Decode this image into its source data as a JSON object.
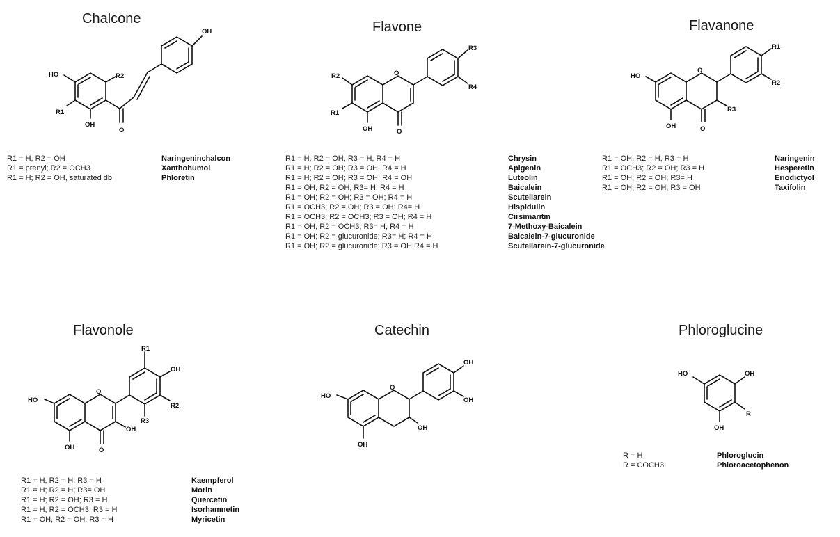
{
  "panels": [
    {
      "id": "chalcone",
      "title": "Chalcone",
      "atoms": [
        "OH",
        "HO",
        "R2",
        "R1",
        "OH",
        "O"
      ],
      "rows": [
        {
          "formula": "R1 = H; R2 = OH",
          "name": "Naringeninchalcon"
        },
        {
          "formula": "R1 = prenyl; R2 = OCH3",
          "name": "Xanthohumol"
        },
        {
          "formula": "R1 = H; R2 = OH, saturated db",
          "name": "Phloretin"
        }
      ]
    },
    {
      "id": "flavone",
      "title": "Flavone",
      "atoms": [
        "R3",
        "R2",
        "O",
        "R4",
        "R1",
        "OH",
        "O"
      ],
      "rows": [
        {
          "formula": "R1 = H; R2 = OH; R3 = H; R4 = H",
          "name": "Chrysin"
        },
        {
          "formula": "R1 = H; R2 = OH; R3 = OH; R4 = H",
          "name": "Apigenin"
        },
        {
          "formula": "R1 = H; R2 = OH; R3 = OH; R4 = OH",
          "name": "Luteolin"
        },
        {
          "formula": "R1 = OH; R2 = OH; R3= H; R4 = H",
          "name": "Baicalein"
        },
        {
          "formula": "R1 = OH; R2 = OH; R3 = OH; R4 = H",
          "name": "Scutellarein"
        },
        {
          "formula": "R1 = OCH3; R2 = OH; R3 = OH; R4= H",
          "name": "Hispidulin"
        },
        {
          "formula": "R1 = OCH3; R2 = OCH3; R3 = OH; R4 = H",
          "name": "Cirsimaritin"
        },
        {
          "formula": "R1 = OH; R2 = OCH3; R3= H; R4 = H",
          "name": "7-Methoxy-Baicalein"
        },
        {
          "formula": "R1 = OH; R2 = glucuronide; R3= H; R4 = H",
          "name": "Baicalein-7-glucuronide"
        },
        {
          "formula": "R1 = OH; R2 = glucuronide; R3 = OH;R4 = H",
          "name": "Scutellarein-7-glucuronide"
        }
      ]
    },
    {
      "id": "flavanone",
      "title": "Flavanone",
      "atoms": [
        "R1",
        "HO",
        "O",
        "R2",
        "R3",
        "OH",
        "O"
      ],
      "rows": [
        {
          "formula": "R1 = OH; R2 = H; R3 = H",
          "name": "Naringenin"
        },
        {
          "formula": "R1 = OCH3; R2 = OH; R3 = H",
          "name": "Hesperetin"
        },
        {
          "formula": "R1 = OH; R2 = OH; R3= H",
          "name": "Eriodictyol"
        },
        {
          "formula": "R1 = OH; R2 = OH; R3 = OH",
          "name": "Taxifolin"
        }
      ]
    },
    {
      "id": "flavonole",
      "title": "Flavonole",
      "atoms": [
        "R1",
        "OH",
        "HO",
        "O",
        "R2",
        "R3",
        "OH",
        "OH",
        "O"
      ],
      "rows": [
        {
          "formula": "R1 = H; R2 = H; R3 = H",
          "name": "Kaempferol"
        },
        {
          "formula": "R1 = H; R2 = H; R3= OH",
          "name": "Morin"
        },
        {
          "formula": "R1 = H; R2 = OH; R3 = H",
          "name": "Quercetin"
        },
        {
          "formula": "R1 = H; R2 = OCH3; R3 = H",
          "name": "Isorhamnetin"
        },
        {
          "formula": "R1 = OH; R2 = OH; R3 = H",
          "name": "Myricetin"
        }
      ]
    },
    {
      "id": "catechin",
      "title": "Catechin",
      "atoms": [
        "OH",
        "HO",
        "O",
        "OH",
        "OH",
        "OH"
      ],
      "rows": []
    },
    {
      "id": "phloroglucine",
      "title": "Phloroglucine",
      "atoms": [
        "HO",
        "OH",
        "R",
        "OH"
      ],
      "rows": [
        {
          "formula": "R = H",
          "name": "Phloroglucin"
        },
        {
          "formula": "R = COCH3",
          "name": "Phloroacetophenon"
        }
      ]
    }
  ]
}
